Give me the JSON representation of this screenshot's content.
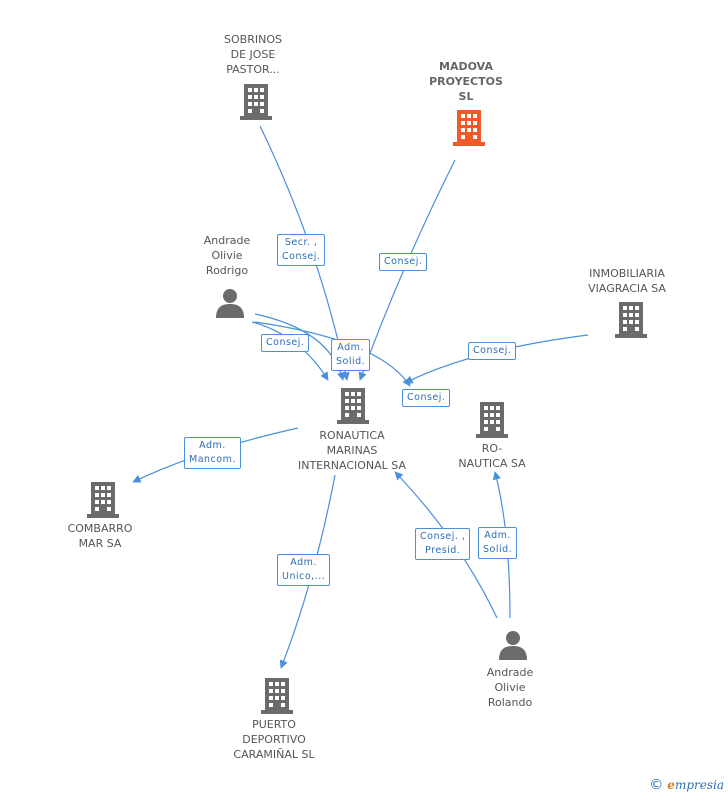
{
  "nodes": {
    "sobrinos": [
      "SOBRINOS",
      "DE JOSE",
      "PASTOR..."
    ],
    "madova": [
      "MADOVA",
      "PROYECTOS",
      "SL"
    ],
    "andrade_rodrigo": [
      "Andrade",
      "Olivie",
      "Rodrigo"
    ],
    "inmobiliaria": [
      "INMOBILIARIA",
      "VIAGRACIA SA"
    ],
    "ronautica": [
      "RONAUTICA",
      "MARINAS",
      "INTERNACIONAL SA"
    ],
    "ro_nautica": [
      "RO-",
      "NAUTICA SA"
    ],
    "combarro": [
      "COMBARRO",
      "MAR SA"
    ],
    "andrade_rolando": [
      "Andrade",
      "Olivie",
      "Rolando"
    ],
    "puerto": [
      "PUERTO",
      "DEPORTIVO",
      "CARAMIÑAL SL"
    ]
  },
  "edges": {
    "sobrinos_ronautica": [
      "Secr. ,",
      "Consej."
    ],
    "madova_ronautica": [
      "Consej."
    ],
    "rodrigo_ronautica_consej": [
      "Consej."
    ],
    "rodrigo_ronautica_adm": [
      "Adm.",
      "Solid."
    ],
    "inmobiliaria_ronautica": [
      "Consej."
    ],
    "rodrigo_ronautica_consej2": [
      "Consej."
    ],
    "ronautica_combarro": [
      "Adm.",
      "Mancom."
    ],
    "ronautica_puerto": [
      "Adm.",
      "Unico,..."
    ],
    "rolando_ronautica": [
      "Consej. ,",
      "Presid."
    ],
    "rolando_ro_nautica": [
      "Adm.",
      "Solid."
    ]
  },
  "colors": {
    "edge": "#4a8fdc",
    "icon": "#6b6b6b",
    "highlight": "#f05a28"
  },
  "footer": {
    "copyright": "©",
    "brand_e": "e",
    "brand_rest": "mpresia"
  }
}
